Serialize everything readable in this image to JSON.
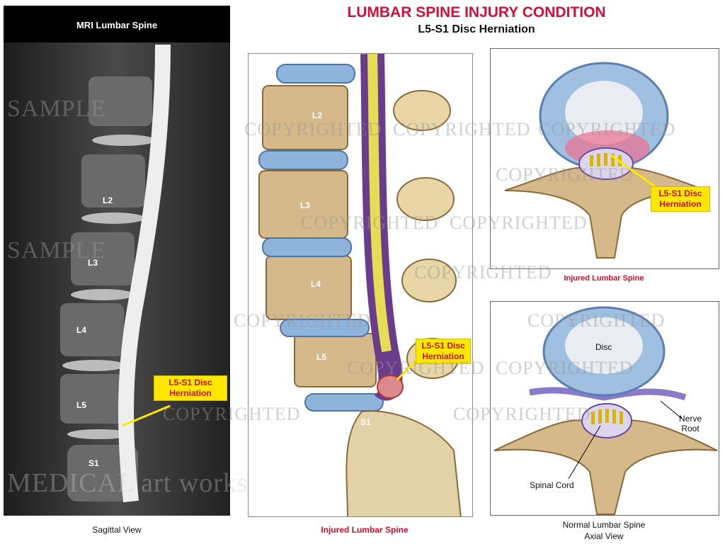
{
  "header": {
    "title": "LUMBAR SPINE INJURY CONDITION",
    "subtitle": "L5-S1 Disc Herniation"
  },
  "mri": {
    "title": "MRI Lumbar Spine",
    "levels": [
      "L2",
      "L3",
      "L4",
      "L5",
      "S1"
    ],
    "callout": "L5-S1 Disc Herniation",
    "caption": "Sagittal View"
  },
  "sagittal_illustration": {
    "levels": [
      "L2",
      "L3",
      "L4",
      "L5",
      "S1"
    ],
    "callout": "L5-S1 Disc Herniation",
    "caption": "Injured Lumbar Spine"
  },
  "axial_injured": {
    "callout": "L5-S1 Disc Herniation",
    "caption": "Injured Lumbar Spine"
  },
  "axial_normal": {
    "labels": {
      "disc": "Disc",
      "nerve_root": "Nerve Root",
      "spinal_cord": "Spinal Cord"
    },
    "caption_line1": "Normal Lumbar Spine",
    "caption_line2": "Axial View"
  },
  "watermarks": {
    "sample": "SAMPLE",
    "copyright": "COPYRIGHTED",
    "brand": "MEDICAL art works"
  },
  "colors": {
    "title_red": "#d0103a",
    "callout_yellow": "#ffe800",
    "disc_blue": "#8fb4dc",
    "bone": "#d9c49a"
  }
}
